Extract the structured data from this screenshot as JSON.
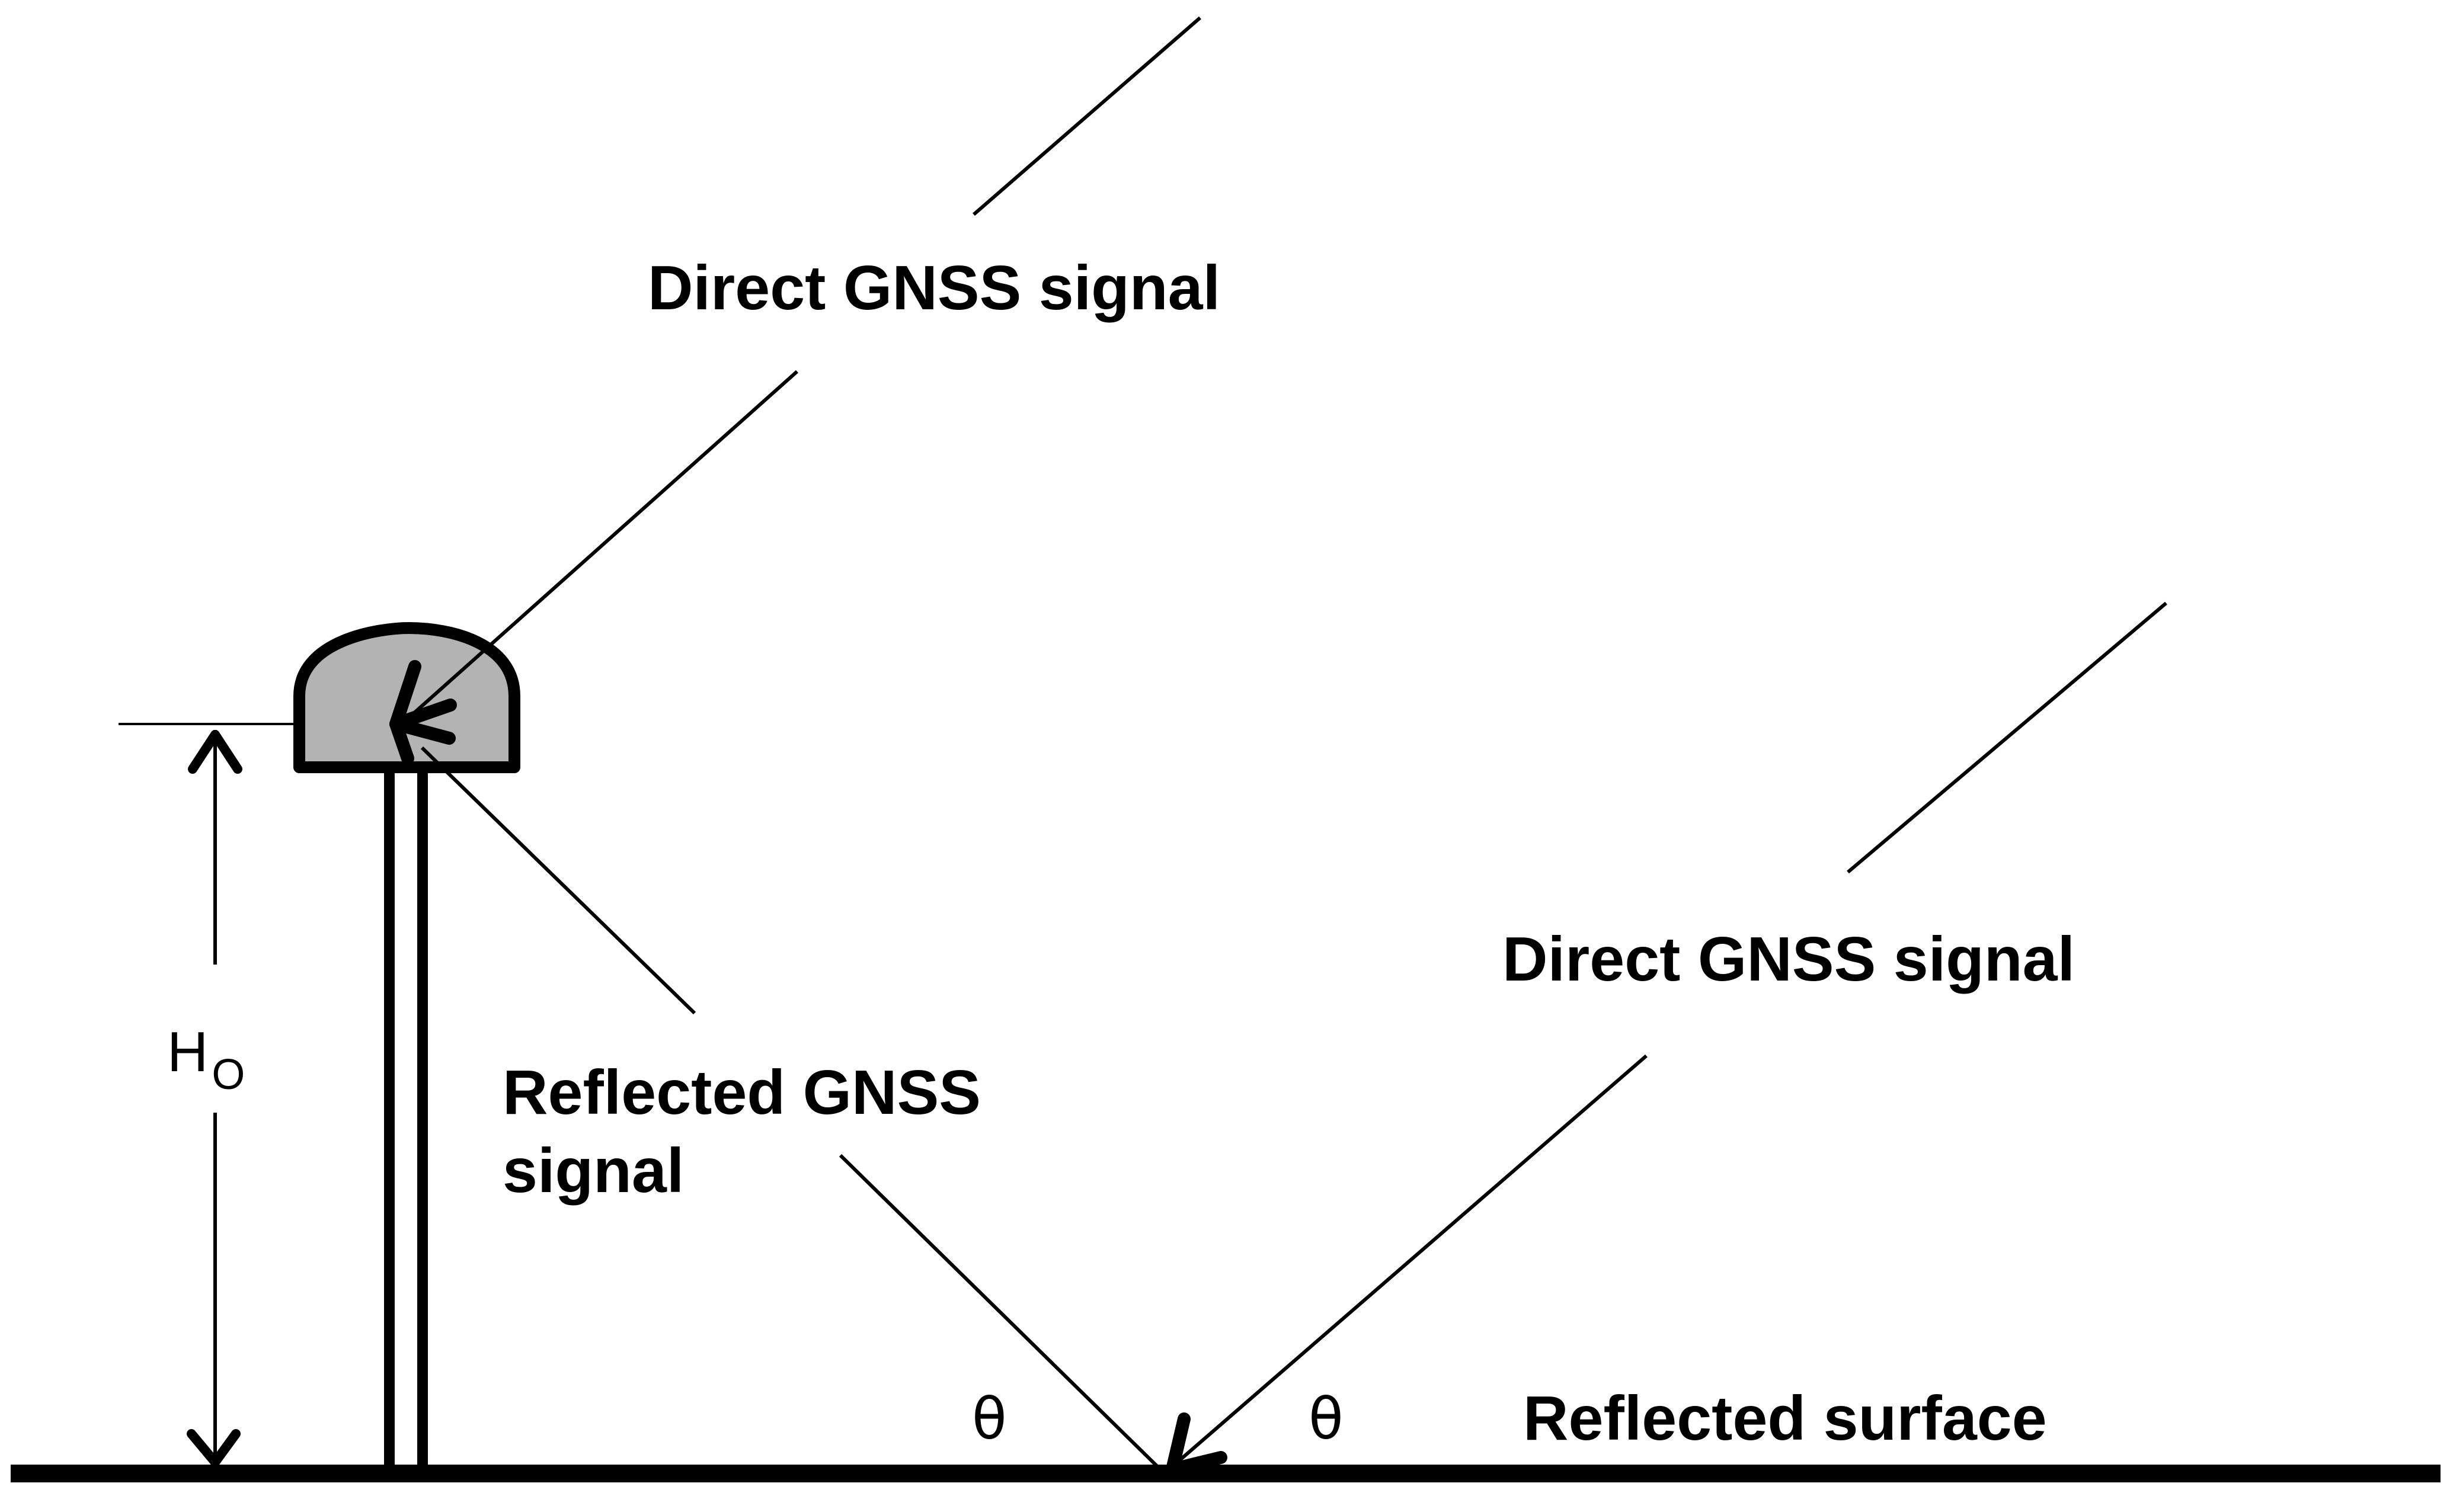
{
  "diagram": {
    "title": "GNSS reflectometry geometry",
    "labels": {
      "direct_signal_top": "Direct GNSS signal",
      "direct_signal_right": "Direct GNSS signal",
      "reflected_signal_line1": "Reflected GNSS",
      "reflected_signal_line2": "signal",
      "reflected_surface": "Reflected surface",
      "antenna_height_symbol": "H",
      "antenna_height_subscript": "O",
      "angle_left": "θ",
      "angle_right": "θ"
    },
    "colors": {
      "antenna_fill": "#b3b3b3",
      "stroke": "#000000",
      "background": "#ffffff"
    }
  }
}
